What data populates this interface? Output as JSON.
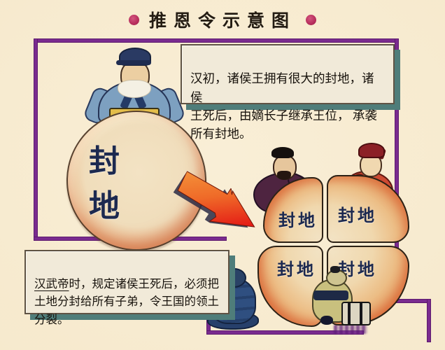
{
  "title": {
    "text": "推恩令示意图",
    "dot": "●"
  },
  "boxes": {
    "han_early": {
      "text": "汉初，诸侯王拥有很大的封地，诸侯\n王死后，由嫡长子继承王位， 承袭\n所有封地。"
    },
    "han_wudi": {
      "underline": "汉武帝",
      "text": "时，规定诸侯王死后，必须把\n土地分封给所有子弟，令王国的领土\n分裂。"
    }
  },
  "big_fief": {
    "label": "封 地"
  },
  "split_fiefs": {
    "labels": [
      "封地",
      "封地",
      "封地",
      "封地"
    ]
  },
  "colors": {
    "background": "#f7ecd2",
    "frame_purple": "#7a2b8f",
    "note_shadow_teal": "#4f7d7a",
    "title_dot_crimson": "#b62d5c",
    "fief_label_navy": "#1c2950",
    "fief_edge_orange": "#dc7544",
    "arrow_orange": "#f49a3e",
    "arrow_red": "#e31414"
  }
}
